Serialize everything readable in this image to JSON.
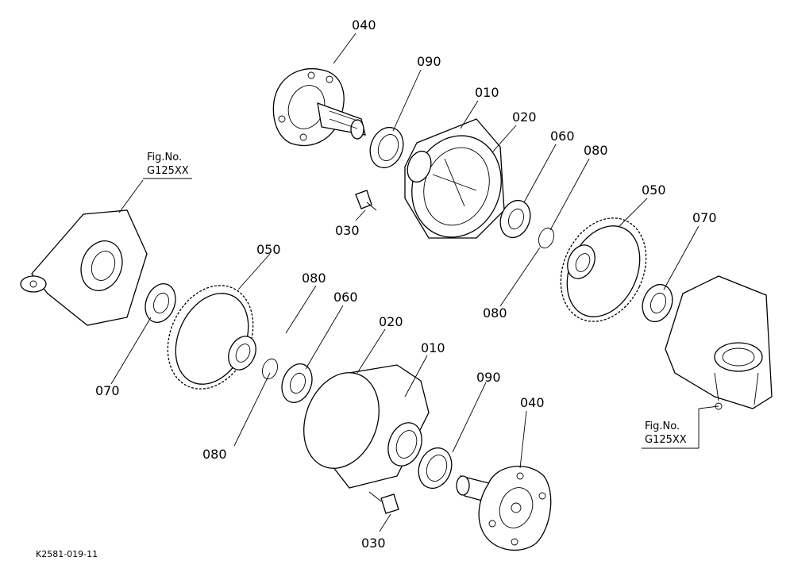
{
  "diagram": {
    "drawing_code": "K2581-019-11",
    "figure_refs": {
      "left": {
        "caption": "Fig.No.",
        "number": "G125XX"
      },
      "right": {
        "caption": "Fig.No.",
        "number": "G125XX"
      }
    },
    "part_labels": {
      "upper_040": "040",
      "upper_090": "090",
      "upper_010": "010",
      "upper_020": "020",
      "upper_060": "060",
      "upper_080a": "080",
      "upper_050": "050",
      "upper_070": "070",
      "upper_030": "030",
      "upper_080b": "080",
      "lower_050": "050",
      "lower_080a": "080",
      "lower_060": "060",
      "lower_020": "020",
      "lower_010": "010",
      "lower_070": "070",
      "lower_090": "090",
      "lower_040": "040",
      "lower_080b": "080",
      "lower_030": "030"
    }
  }
}
